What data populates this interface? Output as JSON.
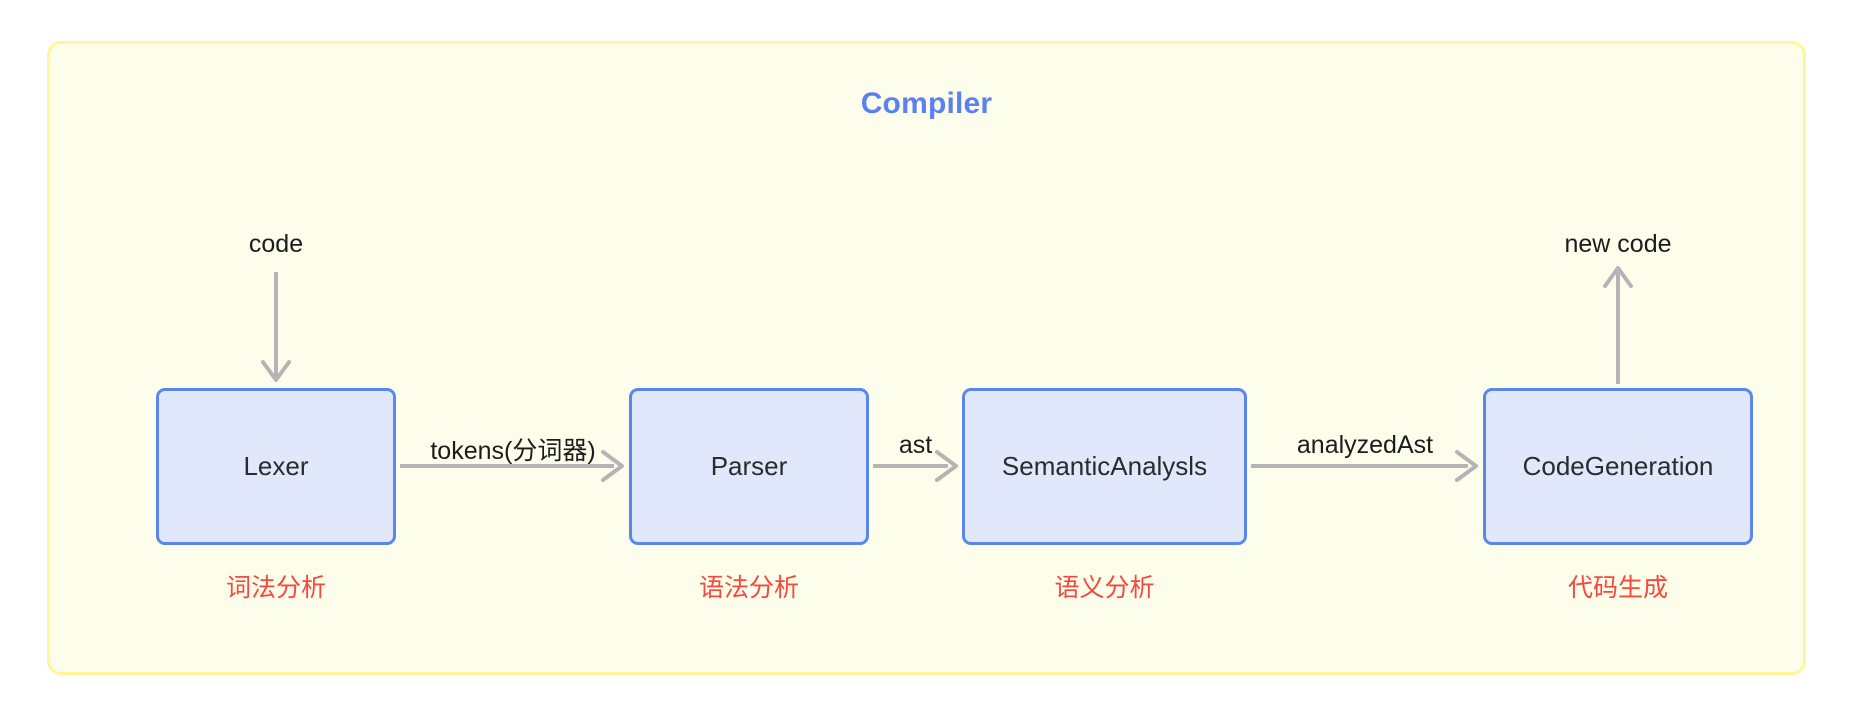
{
  "diagram": {
    "title": "Compiler",
    "title_color": "#5b81ee",
    "container_fill": "#fdfdec",
    "container_border": "#fff69a",
    "node_fill": "#e1e8fc",
    "node_border": "#5b86ee",
    "edge_color": "#b4b4b4",
    "cn_label_color": "#f8483c"
  },
  "nodes": [
    {
      "id": "lexer",
      "label": "Lexer",
      "cn_label": "词法分析"
    },
    {
      "id": "parser",
      "label": "Parser",
      "cn_label": "语法分析"
    },
    {
      "id": "semantic",
      "label": "SemanticAnalysls",
      "cn_label": "语义分析"
    },
    {
      "id": "codegen",
      "label": "CodeGeneration",
      "cn_label": "代码生成"
    }
  ],
  "edges": [
    {
      "id": "in-code",
      "label": "code",
      "from": "input",
      "to": "lexer",
      "direction": "down"
    },
    {
      "id": "lexer-parser",
      "label": "tokens(分词器)",
      "from": "lexer",
      "to": "parser",
      "direction": "right"
    },
    {
      "id": "parser-semantic",
      "label": "ast",
      "from": "parser",
      "to": "semantic",
      "direction": "right"
    },
    {
      "id": "semantic-codegen",
      "label": "analyzedAst",
      "from": "semantic",
      "to": "codegen",
      "direction": "right"
    },
    {
      "id": "out-newcode",
      "label": "new code",
      "from": "codegen",
      "to": "output",
      "direction": "up"
    }
  ]
}
